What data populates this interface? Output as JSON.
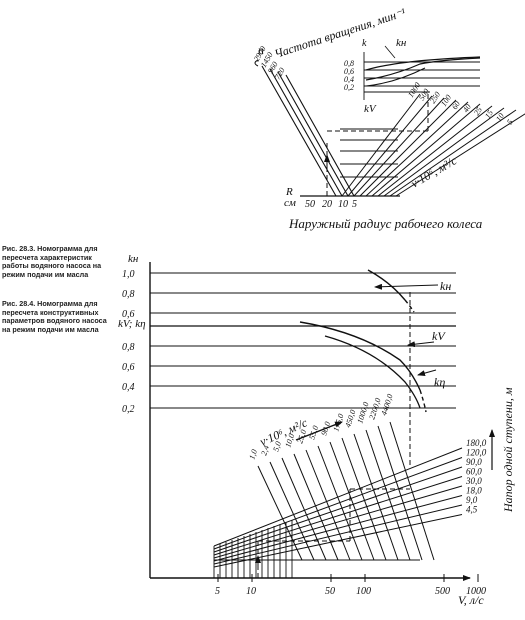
{
  "top_nomogram": {
    "rpm_label": "n",
    "rpm_title": "Частота вращения, мин⁻¹",
    "rpm_values": [
      "2900",
      "1450",
      "960",
      "720"
    ],
    "k_axis_label": "k",
    "k_ticks": [
      "0,8",
      "0,6",
      "0,4",
      "0,2"
    ],
    "kh_label": "kн",
    "kv_label": "kV",
    "viscosity_label": "ν·10⁶, м²/с",
    "viscosity_values": [
      "1000",
      "500",
      "250",
      "100",
      "60",
      "40",
      "25",
      "15",
      "10",
      "5"
    ],
    "radius_axis_label": "R\nсм",
    "radius_ticks": [
      "50",
      "20",
      "10",
      "5"
    ],
    "radius_title": "Наружный радиус рабочего колеса"
  },
  "bottom_nomogram": {
    "top_axis_label": "kн",
    "kh_ticks": [
      "1,0",
      "0,8",
      "0,6"
    ],
    "mid_axis_label": "kV; kη",
    "kv_ticks": [
      "0,8",
      "0,6",
      "0,4",
      "0,2"
    ],
    "curve_kh": "kн",
    "curve_kv": "kV",
    "curve_keta": "kη",
    "viscosity_label": "ν·10⁶, м²/с",
    "viscosity_values": [
      "1,0",
      "2,4",
      "5,0",
      "10,0",
      "25,0",
      "55,0",
      "90,0",
      "175,0",
      "450,0",
      "1000,0",
      "2200,0",
      "4400,0"
    ],
    "head_title": "Напор одной ступени, м",
    "head_values": [
      "180,0",
      "120,0",
      "90,0",
      "60,0",
      "30,0",
      "18,0",
      "9,0",
      "4,5"
    ],
    "flow_ticks": [
      "5",
      "10",
      "50",
      "100",
      "500",
      "1000"
    ],
    "flow_label": "V, л/с"
  },
  "captions": {
    "fig1": "Рис. 28.3. Номограмма для пересчета характеристик работы водяного насоса на режим подачи им масла",
    "fig2": "Рис. 28.4. Номограмма для пересчета конструктивных параметров водяного насоса на режим подачи им масла"
  }
}
